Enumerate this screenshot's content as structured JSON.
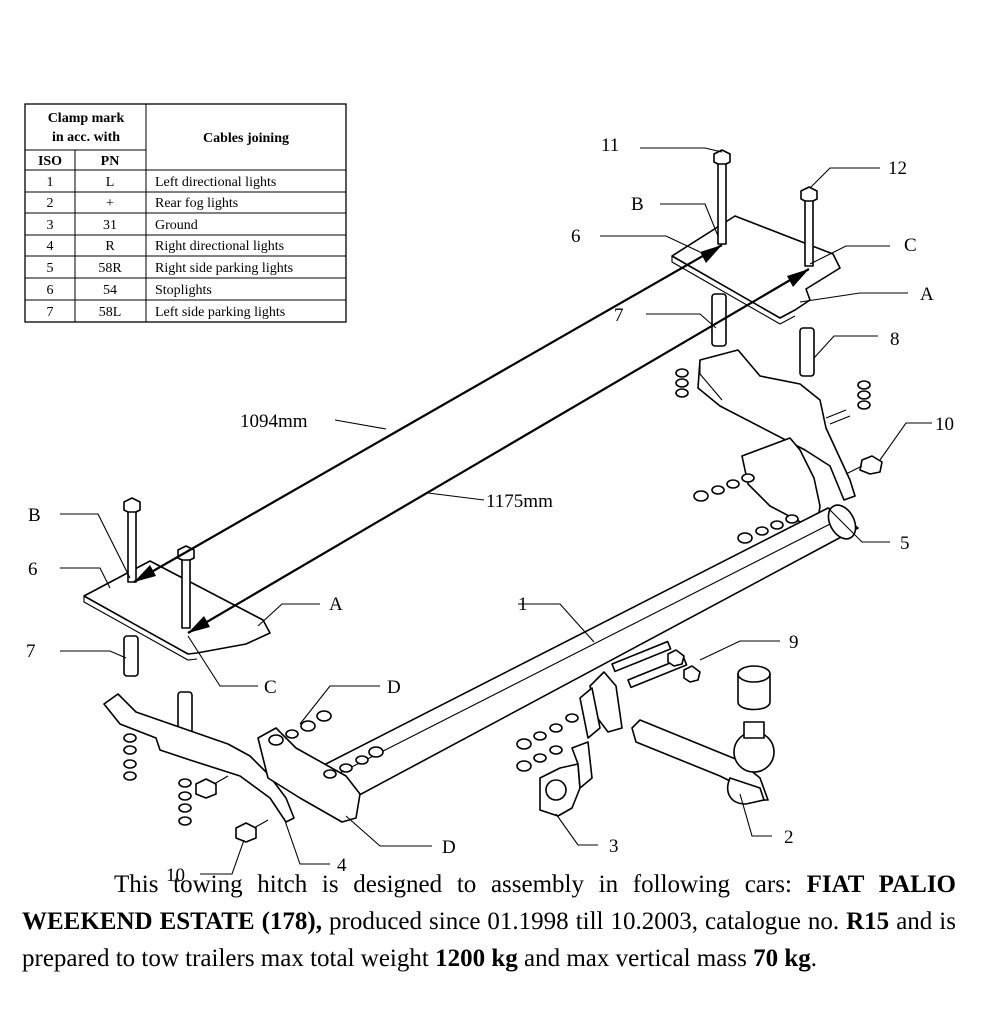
{
  "table": {
    "header": {
      "clamp_mark": [
        "Clamp mark",
        "in acc. with"
      ],
      "iso": "ISO",
      "pn": "PN",
      "cables": "Cables joining"
    },
    "rows": [
      {
        "iso": "1",
        "pn": "L",
        "cable": "Left directional lights"
      },
      {
        "iso": "2",
        "pn": "+",
        "cable": "Rear fog lights"
      },
      {
        "iso": "3",
        "pn": "31",
        "cable": "Ground"
      },
      {
        "iso": "4",
        "pn": "R",
        "cable": "Right directional lights"
      },
      {
        "iso": "5",
        "pn": "58R",
        "cable": "Right side parking lights"
      },
      {
        "iso": "6",
        "pn": "54",
        "cable": "Stoplights"
      },
      {
        "iso": "7",
        "pn": "58L",
        "cable": "Left side parking lights"
      }
    ]
  },
  "diagram": {
    "dimensions": {
      "short": "1094mm",
      "long": "1175mm"
    },
    "callouts": [
      {
        "id": "n11",
        "text": "11"
      },
      {
        "id": "n12",
        "text": "12"
      },
      {
        "id": "B_right",
        "text": "B"
      },
      {
        "id": "C_right",
        "text": "C"
      },
      {
        "id": "n6_right",
        "text": "6"
      },
      {
        "id": "A_right",
        "text": "A"
      },
      {
        "id": "n7_right",
        "text": "7"
      },
      {
        "id": "n8",
        "text": "8"
      },
      {
        "id": "n10_right",
        "text": "10"
      },
      {
        "id": "n5",
        "text": "5"
      },
      {
        "id": "B_left",
        "text": "B"
      },
      {
        "id": "n6_left",
        "text": "6"
      },
      {
        "id": "A_left",
        "text": "A"
      },
      {
        "id": "n7_left",
        "text": "7"
      },
      {
        "id": "C_left",
        "text": "C"
      },
      {
        "id": "D_top",
        "text": "D"
      },
      {
        "id": "n1",
        "text": "1"
      },
      {
        "id": "n9",
        "text": "9"
      },
      {
        "id": "D_bottom",
        "text": "D"
      },
      {
        "id": "n10_left",
        "text": "10"
      },
      {
        "id": "n4",
        "text": "4"
      },
      {
        "id": "n3",
        "text": "3"
      },
      {
        "id": "n2",
        "text": "2"
      }
    ]
  },
  "description": {
    "p1": "This towing hitch is designed to assembly in following cars:",
    "car": "FIAT PALIO WEEKEND ESTATE (178),",
    "p2": " produced since 01.1998 till 10.2003, catalogue no. ",
    "catalogue": "R15",
    "p3": " and is prepared to tow trailers max total weight ",
    "max_weight": "1200 kg",
    "p4": " and max vertical mass ",
    "vertical_mass": "70 kg",
    "p5": "."
  }
}
